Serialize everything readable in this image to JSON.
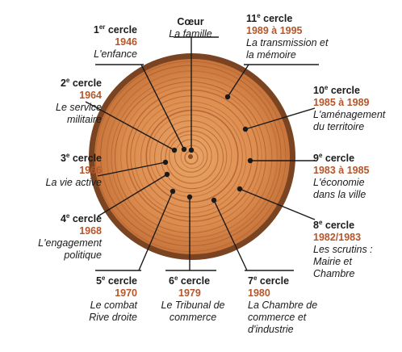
{
  "colors": {
    "accent": "#b5562a",
    "wood_light": "#e39a5c",
    "wood_dark": "#a75a2c",
    "bark": "#6b3d1f"
  },
  "rings": [
    {
      "title_main": "Cœur",
      "title_sup": "",
      "year": "",
      "desc": "La famille"
    },
    {
      "title_main": "1",
      "title_sup": "er",
      "title_rest": " cercle",
      "year": "1946",
      "desc": "L'enfance"
    },
    {
      "title_main": "2",
      "title_sup": "e",
      "title_rest": " cercle",
      "year": "1964",
      "desc": "Le service militaire"
    },
    {
      "title_main": "3",
      "title_sup": "e",
      "title_rest": " cercle",
      "year": "1966",
      "desc": "La vie active"
    },
    {
      "title_main": "4",
      "title_sup": "e",
      "title_rest": " cercle",
      "year": "1968",
      "desc": "L'engagement politique"
    },
    {
      "title_main": "5",
      "title_sup": "e",
      "title_rest": " cercle",
      "year": "1970",
      "desc": "Le combat Rive droite"
    },
    {
      "title_main": "6",
      "title_sup": "e",
      "title_rest": " cercle",
      "year": "1979",
      "desc": "Le Tribunal de commerce"
    },
    {
      "title_main": "7",
      "title_sup": "e",
      "title_rest": " cercle",
      "year": "1980",
      "desc": "La Chambre de commerce et d'industrie"
    },
    {
      "title_main": "8",
      "title_sup": "e",
      "title_rest": " cercle",
      "year": "1982/1983",
      "desc": "Les scrutins : Mairie et Chambre"
    },
    {
      "title_main": "9",
      "title_sup": "e",
      "title_rest": " cercle",
      "year": "1983 à 1985",
      "desc": "L'économie dans la ville"
    },
    {
      "title_main": "10",
      "title_sup": "e",
      "title_rest": " cercle",
      "year": "1985 à 1989",
      "desc": "L'aménagement du territoire"
    },
    {
      "title_main": "11",
      "title_sup": "e",
      "title_rest": " cercle",
      "year": "1989 à 1995",
      "desc": "La transmission et la mémoire"
    }
  ]
}
